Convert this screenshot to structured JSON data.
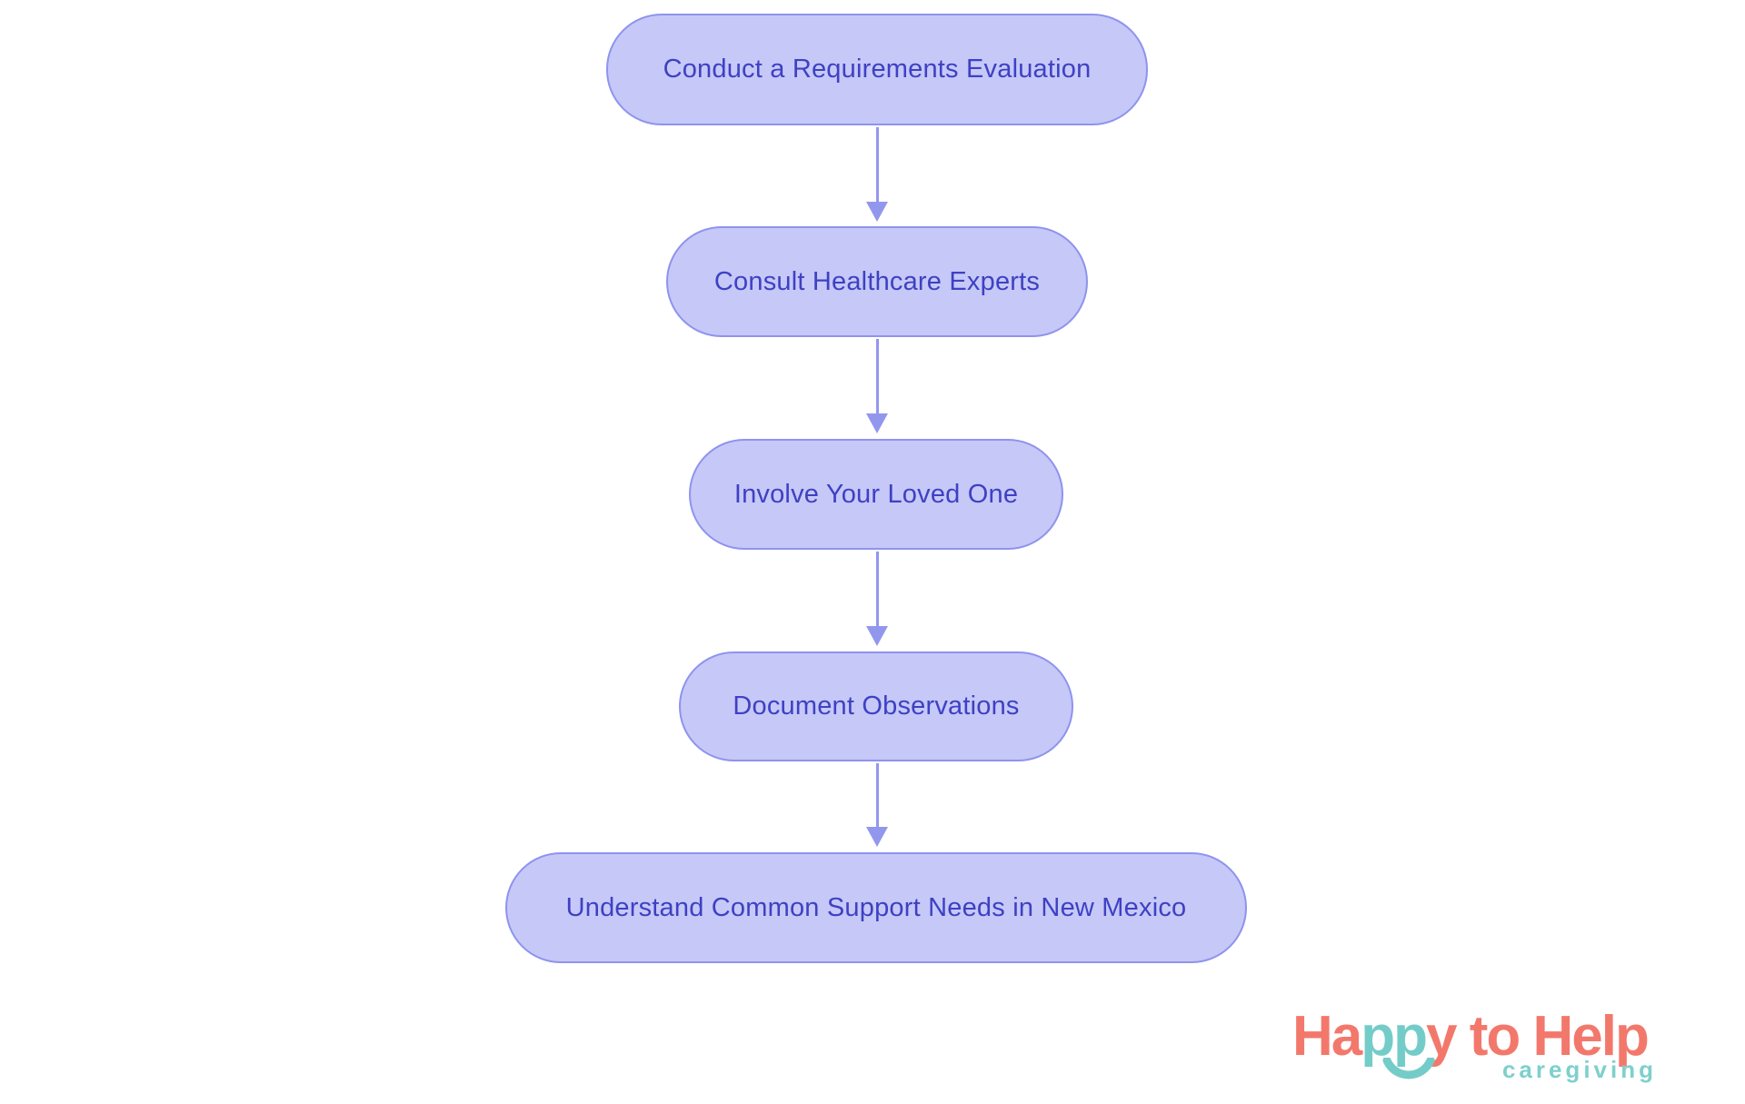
{
  "page": {
    "background_color": "#ffffff"
  },
  "flowchart": {
    "type": "flowchart",
    "direction": "top-down",
    "nodes": [
      {
        "label": "Conduct a Requirements Evaluation"
      },
      {
        "label": "Consult Healthcare Experts"
      },
      {
        "label": "Involve Your Loved One"
      },
      {
        "label": "Document Observations"
      },
      {
        "label": "Understand Common Support Needs in New Mexico"
      }
    ],
    "connections": [
      {
        "from": 0,
        "to": 1
      },
      {
        "from": 1,
        "to": 2
      },
      {
        "from": 2,
        "to": 3
      },
      {
        "from": 3,
        "to": 4
      }
    ],
    "colors": {
      "node_fill": "#c6c8f8",
      "node_border": "#8e93ee",
      "node_text": "#3e41c2",
      "arrow": "#9297ee"
    }
  },
  "logo": {
    "segments": [
      {
        "text": "Ha",
        "color": "#f3786c"
      },
      {
        "text": "pp",
        "color": "#74ccc9"
      },
      {
        "text": "y",
        "color": "#f3786c"
      },
      {
        "text": " to ",
        "color": "#f3786c"
      },
      {
        "text": "Help",
        "color": "#f3786c"
      }
    ],
    "tagline": "caregiving",
    "colors": {
      "coral": "#f3786c",
      "teal": "#74ccc9",
      "tagline_teal": "#7ed0cc"
    }
  }
}
